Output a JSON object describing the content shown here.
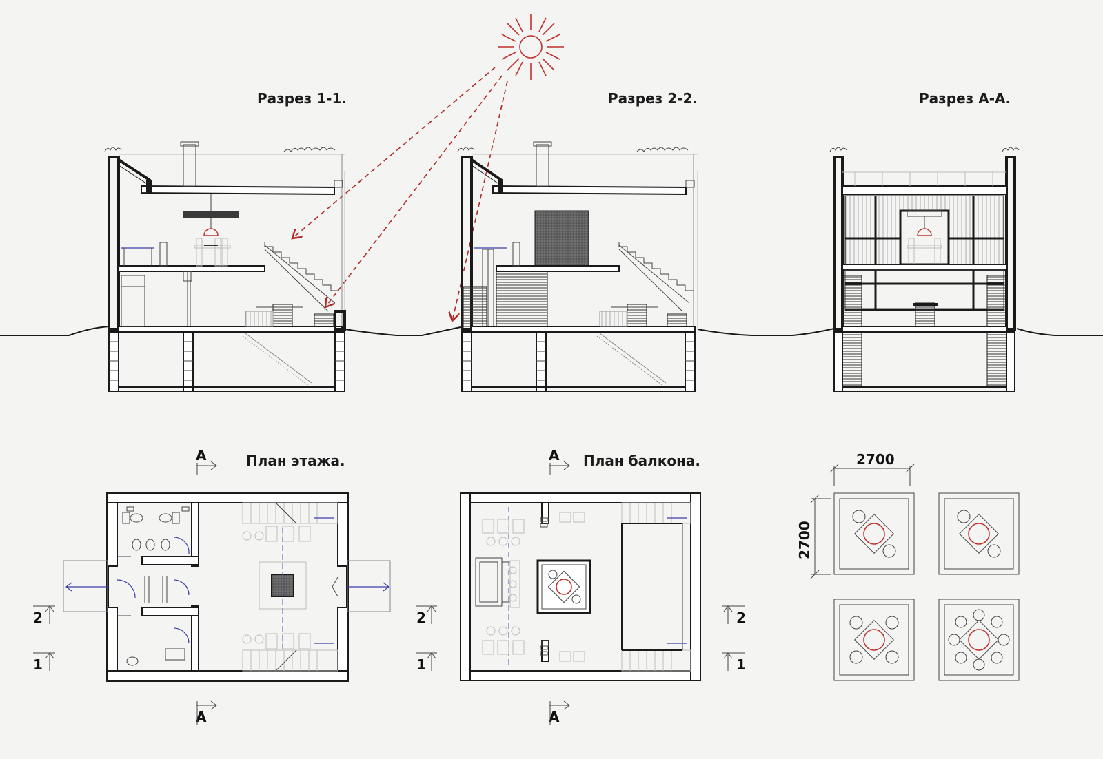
{
  "sections": {
    "s11": {
      "title": "Разрез 1-1."
    },
    "s22": {
      "title": "Разрез 2-2."
    },
    "saa": {
      "title": "Разрез А-А."
    }
  },
  "plans": {
    "floor": {
      "title": "План этажа.",
      "markA": "А",
      "mark1": "1",
      "mark2": "2"
    },
    "balcony": {
      "title": "План балкона.",
      "markA": "А",
      "mark1": "1",
      "mark2": "2"
    }
  },
  "tables": {
    "dim_width": "2700",
    "dim_height": "2700"
  },
  "colors": {
    "ink": "#1a1a1a",
    "sun": "#c0302c",
    "blue": "#3a3fa8",
    "paper": "#f4f4f3"
  },
  "icons": [
    "sun-icon",
    "section-arrow-icon",
    "sink-icon",
    "toilet-icon",
    "stairs-icon",
    "fireplace-icon",
    "round-table-icon"
  ]
}
